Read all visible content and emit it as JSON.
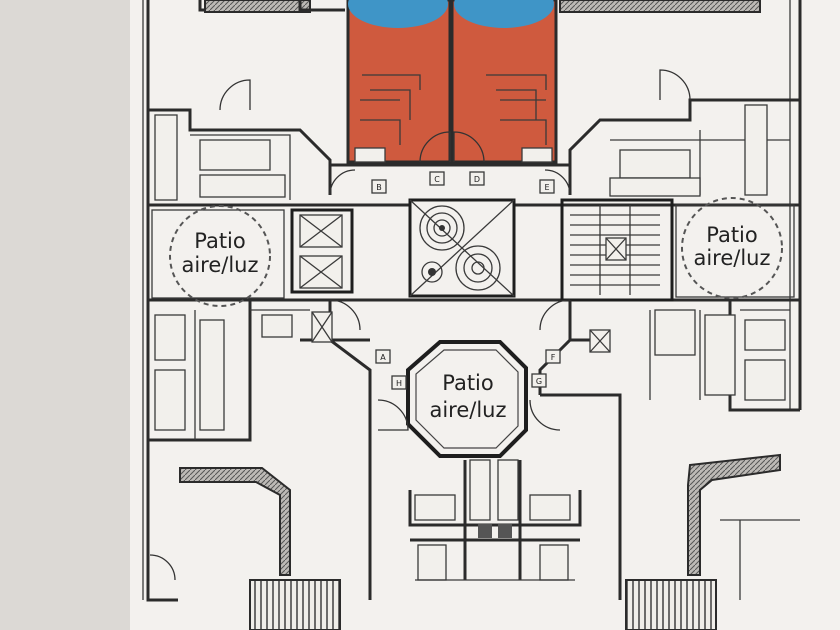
{
  "colors": {
    "background": "#d9d6d2",
    "paper": "#f3f1ee",
    "accent_red": "#cf5a3e",
    "accent_blue": "#3f95c7"
  },
  "patios": {
    "left": {
      "line1": "Patio",
      "line2": "aire/luz"
    },
    "right": {
      "line1": "Patio",
      "line2": "aire/luz"
    },
    "center": {
      "line1": "Patio",
      "line2": "aire/luz"
    }
  },
  "tags": {
    "top_left": "B",
    "top_center_left": "C",
    "top_center_right": "D",
    "top_right": "E",
    "mid_left_upper": "A",
    "mid_left_lower": "H",
    "mid_right_upper": "F",
    "mid_right_lower": "G"
  }
}
